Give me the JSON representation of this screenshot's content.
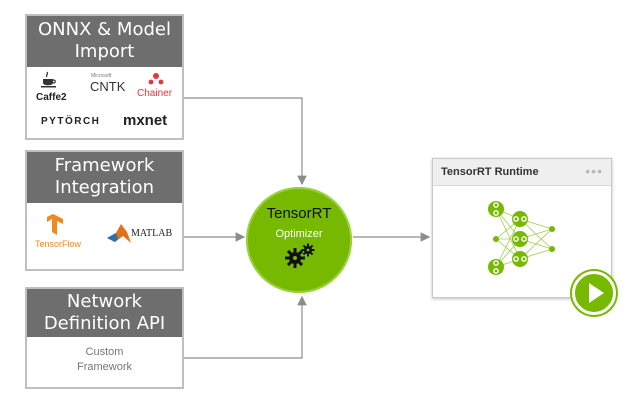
{
  "onnx_box": {
    "title_lines": [
      "ONNX & Model",
      "Import"
    ],
    "logos": {
      "caffe2": "Caffe2",
      "cntk_small": "Microsoft",
      "cntk": "CNTK",
      "chainer": "Chainer",
      "pytorch": "PYTÖRCH",
      "mxnet": "mxnet"
    }
  },
  "framework_box": {
    "title_lines": [
      "Framework",
      "Integration"
    ],
    "logos": {
      "tensorflow": "TensorFlow",
      "matlab": "MATLAB"
    }
  },
  "network_box": {
    "title_lines": [
      "Network",
      "Definition API"
    ],
    "custom_lines": [
      "Custom",
      "Framework"
    ]
  },
  "optimizer": {
    "title": "TensorRT",
    "subtitle": "Optimizer"
  },
  "runtime": {
    "title": "TensorRT Runtime",
    "menu": "•••"
  },
  "colors": {
    "accent": "#76b900",
    "header": "#6e6e6e",
    "border": "#bfbfbf"
  },
  "icons": [
    "coffee-cup-icon",
    "chainer-logo-icon",
    "tensorflow-logo-icon",
    "matlab-logo-icon",
    "gears-icon",
    "neural-network-icon",
    "play-icon"
  ]
}
